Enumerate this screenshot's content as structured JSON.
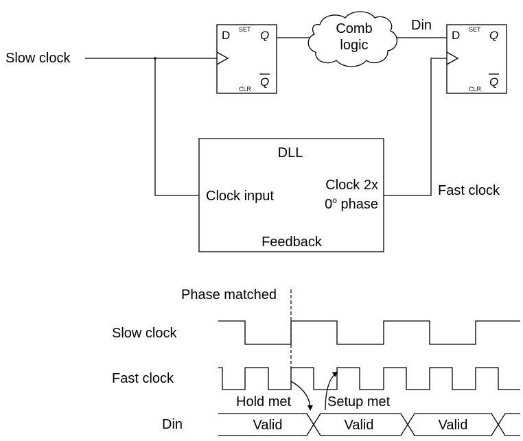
{
  "schematic": {
    "slow_clock_label": "Slow clock",
    "comb_logic_line1": "Comb",
    "comb_logic_line2": "logic",
    "din_label": "Din",
    "flipflop": {
      "d": "D",
      "set": "SET",
      "clr": "CLR",
      "q": "Q",
      "q_bar": "Q"
    },
    "dll": {
      "title": "DLL",
      "clock_input": "Clock input",
      "output_line1": "Clock 2x",
      "output_line2_prefix": "0",
      "output_line2_sup": "o",
      "output_line2_suffix": " phase",
      "feedback": "Feedback"
    },
    "fast_clock_label": "Fast clock"
  },
  "timing": {
    "phase_matched": "Phase matched",
    "slow_clock": "Slow clock",
    "fast_clock": "Fast clock",
    "din": "Din",
    "hold_met": "Hold met",
    "setup_met": "Setup met",
    "valid_1": "Valid",
    "valid_2": "Valid",
    "valid_3": "Valid"
  }
}
